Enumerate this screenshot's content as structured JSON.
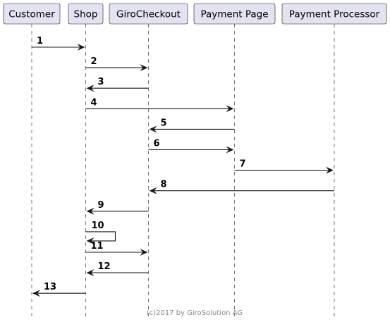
{
  "participants": [
    {
      "id": "customer",
      "label": "Customer"
    },
    {
      "id": "shop",
      "label": "Shop"
    },
    {
      "id": "girocheckout",
      "label": "GiroCheckout"
    },
    {
      "id": "payment-page",
      "label": "Payment Page"
    },
    {
      "id": "payment-processor",
      "label": "Payment Processor"
    }
  ],
  "messages": [
    {
      "label": "1",
      "from": "customer",
      "to": "shop"
    },
    {
      "label": "2",
      "from": "shop",
      "to": "girocheckout"
    },
    {
      "label": "3",
      "from": "girocheckout",
      "to": "shop"
    },
    {
      "label": "4",
      "from": "shop",
      "to": "payment-page"
    },
    {
      "label": "5",
      "from": "payment-page",
      "to": "girocheckout"
    },
    {
      "label": "6",
      "from": "girocheckout",
      "to": "payment-page"
    },
    {
      "label": "7",
      "from": "payment-page",
      "to": "payment-processor"
    },
    {
      "label": "8",
      "from": "payment-processor",
      "to": "girocheckout"
    },
    {
      "label": "9",
      "from": "girocheckout",
      "to": "shop"
    },
    {
      "label": "10",
      "from": "shop",
      "to": "shop"
    },
    {
      "label": "11",
      "from": "shop",
      "to": "girocheckout"
    },
    {
      "label": "12",
      "from": "girocheckout",
      "to": "shop"
    },
    {
      "label": "13",
      "from": "shop",
      "to": "customer"
    }
  ],
  "footer": {
    "text": "(c)2017 by GiroSolution AG"
  },
  "colors": {
    "participant_fill": "#e2e2f0",
    "stroke": "#181818",
    "footer_text": "#888888"
  }
}
